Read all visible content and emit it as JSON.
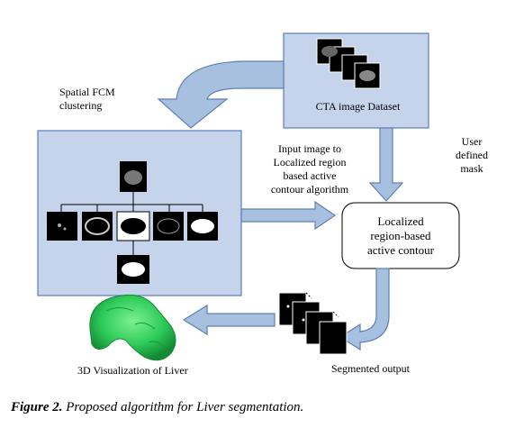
{
  "nodes": {
    "dataset": "CTA image Dataset",
    "fcm": "Spatial FCM clustering",
    "fcm_line1": "Spatial FCM",
    "fcm_line2": "clustering",
    "input_note_1": "Input image to",
    "input_note_2": "Localized region",
    "input_note_3": "based active",
    "input_note_4": "contour algorithm",
    "user_mask_1": "User",
    "user_mask_2": "defined",
    "user_mask_3": "mask",
    "contour_1": "Localized",
    "contour_2": "region-based",
    "contour_3": "active contour",
    "segmented": "Segmented output",
    "visualization": "3D Visualization of Liver"
  },
  "caption": {
    "label": "Figure 2.",
    "text": " Proposed algorithm for Liver segmentation."
  },
  "colors": {
    "box_fill": "#c5d4ea",
    "box_stroke": "#5b7fbb",
    "arrow": "#a8c0e0",
    "arrow_stroke": "#5f7fb0",
    "liver": "#2ecc5a"
  }
}
